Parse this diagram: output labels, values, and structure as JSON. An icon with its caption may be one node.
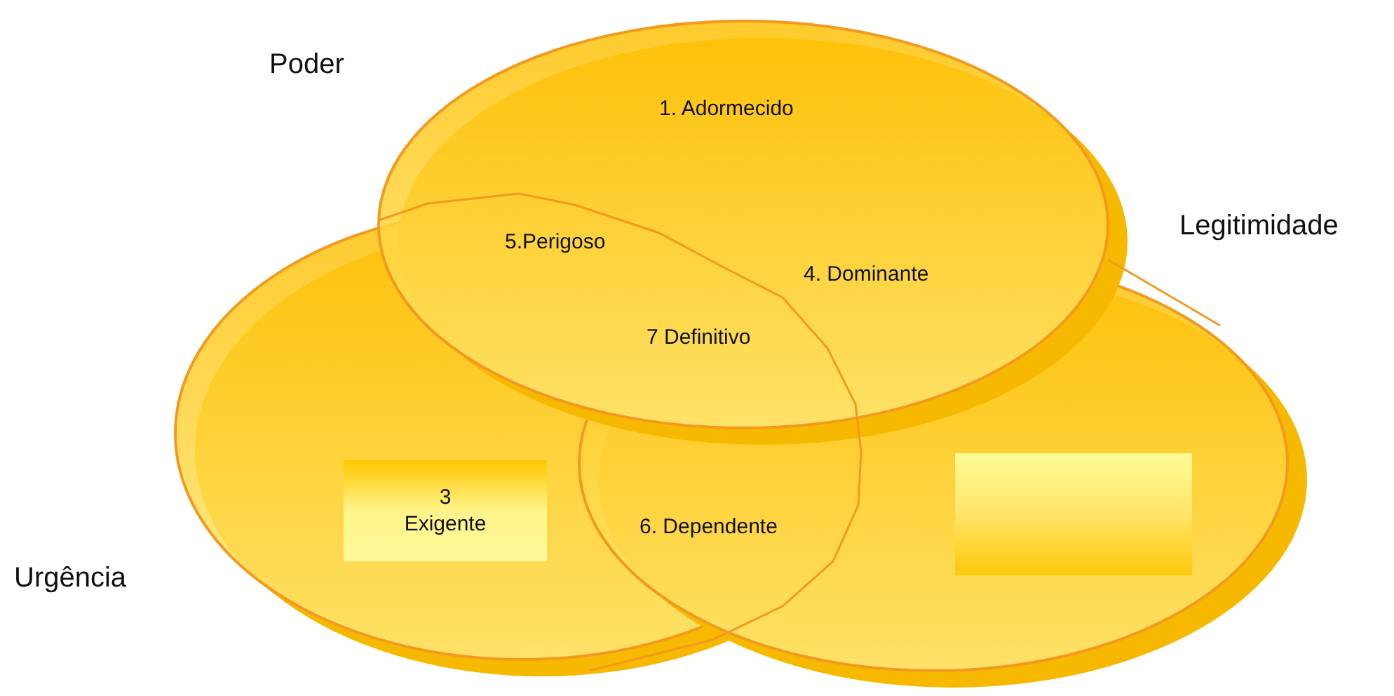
{
  "diagram": {
    "nodes": [
      {
        "text": [
          "Poder",
          "1. Adormecido"
        ]
      },
      {
        "text": [
          "Legitimidade"
        ]
      },
      {
        "text": [
          "Urgência"
        ]
      },
      {
        "text": [
          "3 Exigente"
        ],
        "in": 2
      },
      {
        "text": [],
        "shape": "box",
        "in": 1
      }
    ],
    "labels": [
      "5.Perigoso",
      "4. Dominante",
      "7 Definitivo",
      "6. Dependente"
    ]
  }
}
